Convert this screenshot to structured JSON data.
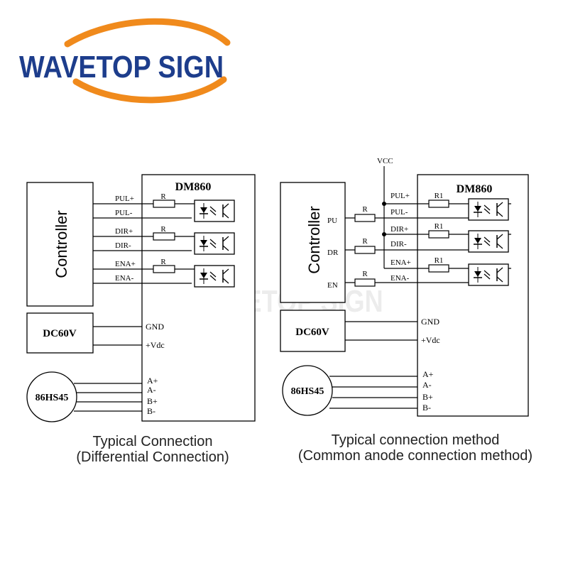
{
  "brand": {
    "name": "WAVETOP SIGN",
    "primary_color": "#1d3d8c",
    "accent_color": "#f08a1c"
  },
  "watermark": "WAVETOP SIGN",
  "left_diagram": {
    "controller_label": "Controller",
    "driver_label": "DM860",
    "power_label": "DC60V",
    "motor_label": "86HS45",
    "signal_pins": [
      "PUL+",
      "PUL-",
      "DIR+",
      "DIR-",
      "ENA+",
      "ENA-"
    ],
    "resistor_label": "R",
    "power_pins": [
      "GND",
      "+Vdc"
    ],
    "motor_pins": [
      "A+",
      "A-",
      "B+",
      "B-"
    ],
    "caption_line1": "Typical Connection",
    "caption_line2": "(Differential Connection)"
  },
  "right_diagram": {
    "vcc_label": "VCC",
    "controller_label": "Controller",
    "controller_pins": [
      "PU",
      "DR",
      "EN"
    ],
    "external_resistor_label": "R",
    "driver_label": "DM860",
    "signal_pins": [
      "PUL+",
      "PUL-",
      "DIR+",
      "DIR-",
      "ENA+",
      "ENA-"
    ],
    "resistor_label": "R1",
    "power_label": "DC60V",
    "power_pins": [
      "GND",
      "+Vdc"
    ],
    "motor_label": "86HS45",
    "motor_pins": [
      "A+",
      "A-",
      "B+",
      "B-"
    ],
    "caption_line1": "Typical connection method",
    "caption_line2": "(Common anode connection method)"
  }
}
